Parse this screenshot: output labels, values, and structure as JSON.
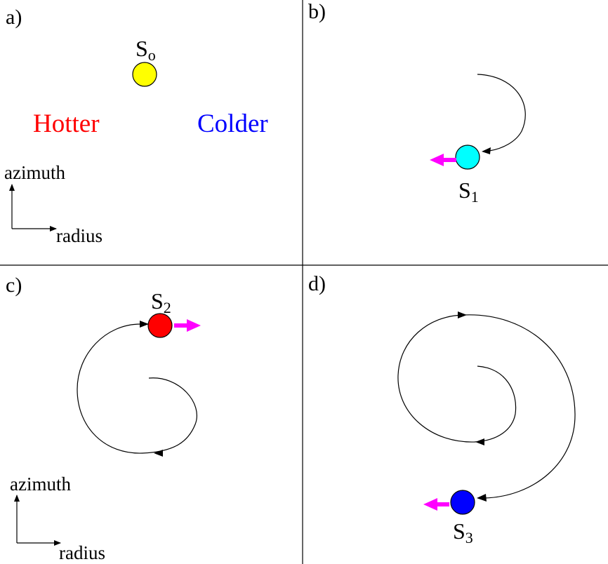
{
  "panels": {
    "a": {
      "label": "a)",
      "star_label": "S",
      "star_sub": "o",
      "hotter_text": "Hotter",
      "colder_text": "Colder",
      "axis_y_label": "azimuth",
      "axis_x_label": "radius"
    },
    "b": {
      "label": "b)",
      "star_label": "S",
      "star_sub": "1"
    },
    "c": {
      "label": "c)",
      "star_label": "S",
      "star_sub": "2",
      "axis_y_label": "azimuth",
      "axis_x_label": "radius"
    },
    "d": {
      "label": "d)",
      "star_label": "S",
      "star_sub": "3"
    }
  },
  "colors": {
    "hotter": "#ff0000",
    "colder": "#0000ff",
    "star_s0": "#ffff00",
    "star_s1": "#00ffff",
    "star_s2": "#ff0000",
    "star_s3": "#0000ff",
    "velocity_arrow": "#ff00ff",
    "lines": "#000000"
  }
}
